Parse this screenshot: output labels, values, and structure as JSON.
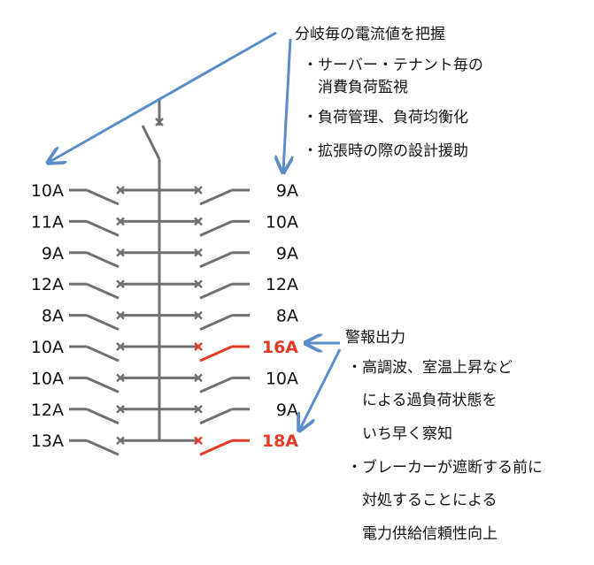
{
  "annotations": {
    "monitor_title": "分岐毎の電流値を把握",
    "monitor_bullets": [
      [
        "・サーバー・テナント毎の",
        "消費負荷監視"
      ],
      [
        "・負荷管理、負荷均衡化"
      ],
      [
        "・拡張時の際の設計援助"
      ]
    ],
    "alarm_title": "警報出力",
    "alarm_bullets": [
      [
        "・高調波、室温上昇など",
        "による過負荷状態を",
        "いち早く察知"
      ],
      [
        "・ブレーカーが遮断する前に",
        "対処することによる",
        "電力供給信頼性向上"
      ]
    ]
  },
  "left_currents": [
    "10A",
    "11A",
    "9A",
    "12A",
    "8A",
    "10A",
    "10A",
    "12A",
    "13A"
  ],
  "right_currents": [
    "9A",
    "10A",
    "9A",
    "12A",
    "8A",
    "16A",
    "10A",
    "9A",
    "18A"
  ],
  "right_alarm": [
    false,
    false,
    false,
    false,
    false,
    true,
    false,
    false,
    true
  ],
  "colors": {
    "wire": "#707070",
    "arrow": "#5b8ec9",
    "alarm": "#e53a24",
    "text": "#111111"
  }
}
